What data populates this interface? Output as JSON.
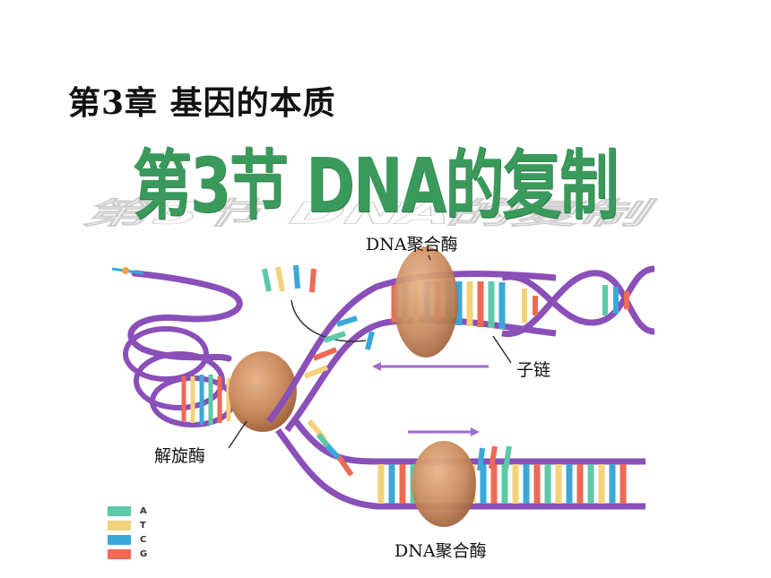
{
  "chapter_title": "第3章  基因的本质",
  "section_title": "第3节  DNA的复制",
  "labels": {
    "polymerase_top": "DNA聚合酶",
    "daughter_strand": "子链",
    "helicase": "解旋酶",
    "polymerase_bottom": "DNA聚合酶"
  },
  "legend": [
    {
      "letter": "A",
      "color": "#5cc9a8"
    },
    {
      "letter": "T",
      "color": "#f3d27a"
    },
    {
      "letter": "C",
      "color": "#3aa8d8"
    },
    {
      "letter": "G",
      "color": "#ee6a55"
    }
  ],
  "colors": {
    "backbone": "#8a4fb8",
    "enzyme": "#c98a5e",
    "title_green": "#3a9a5b"
  }
}
